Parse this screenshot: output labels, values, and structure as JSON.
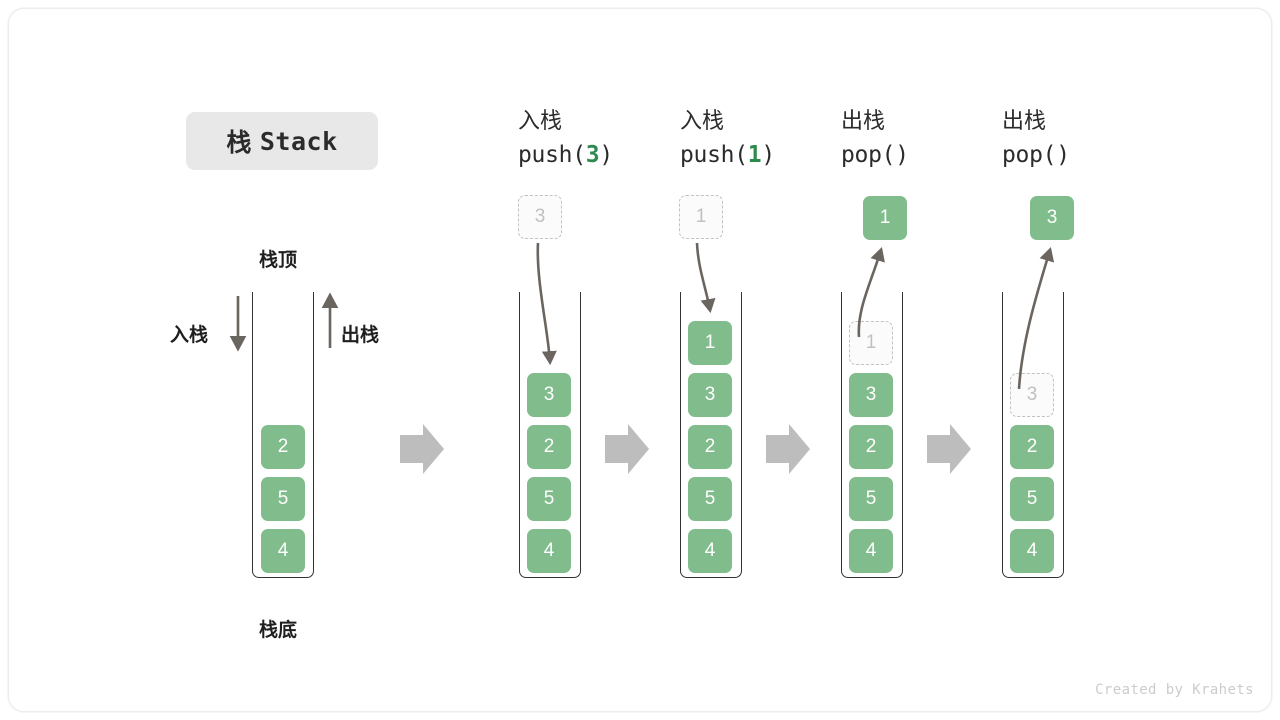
{
  "title": {
    "cn": "栈",
    "en": "Stack"
  },
  "credit": "Created by Krahets",
  "left_stack": {
    "top_label": "栈顶",
    "bottom_label": "栈底",
    "push_label": "入栈",
    "pop_label": "出栈",
    "items": [
      "2",
      "5",
      "4"
    ]
  },
  "steps": [
    {
      "op_cn": "入栈",
      "op_code_prefix": "push(",
      "op_code_arg": "3",
      "op_code_suffix": ")",
      "floating": {
        "value": "3",
        "style": "ghost"
      },
      "stack_items": [
        {
          "value": "3",
          "style": "solid"
        },
        {
          "value": "2",
          "style": "solid"
        },
        {
          "value": "5",
          "style": "solid"
        },
        {
          "value": "4",
          "style": "solid"
        }
      ],
      "arrow": "down-into-stack"
    },
    {
      "op_cn": "入栈",
      "op_code_prefix": "push(",
      "op_code_arg": "1",
      "op_code_suffix": ")",
      "floating": {
        "value": "1",
        "style": "ghost"
      },
      "stack_items": [
        {
          "value": "1",
          "style": "solid"
        },
        {
          "value": "3",
          "style": "solid"
        },
        {
          "value": "2",
          "style": "solid"
        },
        {
          "value": "5",
          "style": "solid"
        },
        {
          "value": "4",
          "style": "solid"
        }
      ],
      "arrow": "down-into-stack"
    },
    {
      "op_cn": "出栈",
      "op_code_prefix": "pop(",
      "op_code_arg": "",
      "op_code_suffix": ")",
      "floating": {
        "value": "1",
        "style": "solid"
      },
      "stack_items": [
        {
          "value": "1",
          "style": "ghost"
        },
        {
          "value": "3",
          "style": "solid"
        },
        {
          "value": "2",
          "style": "solid"
        },
        {
          "value": "5",
          "style": "solid"
        },
        {
          "value": "4",
          "style": "solid"
        }
      ],
      "arrow": "up-out-of-stack"
    },
    {
      "op_cn": "出栈",
      "op_code_prefix": "pop(",
      "op_code_arg": "",
      "op_code_suffix": ")",
      "floating": {
        "value": "3",
        "style": "solid"
      },
      "stack_items": [
        {
          "value": "3",
          "style": "ghost"
        },
        {
          "value": "2",
          "style": "solid"
        },
        {
          "value": "5",
          "style": "solid"
        },
        {
          "value": "4",
          "style": "solid"
        }
      ],
      "arrow": "up-out-of-stack"
    }
  ],
  "colors": {
    "element_green": "#81bd8c",
    "code_arg_green": "#2e8b4f",
    "ghost_border": "#c2c2c2",
    "tube_border": "#333333",
    "step_arrow_gray": "#bdbdbd",
    "chip_bg": "#e8e8e8"
  }
}
